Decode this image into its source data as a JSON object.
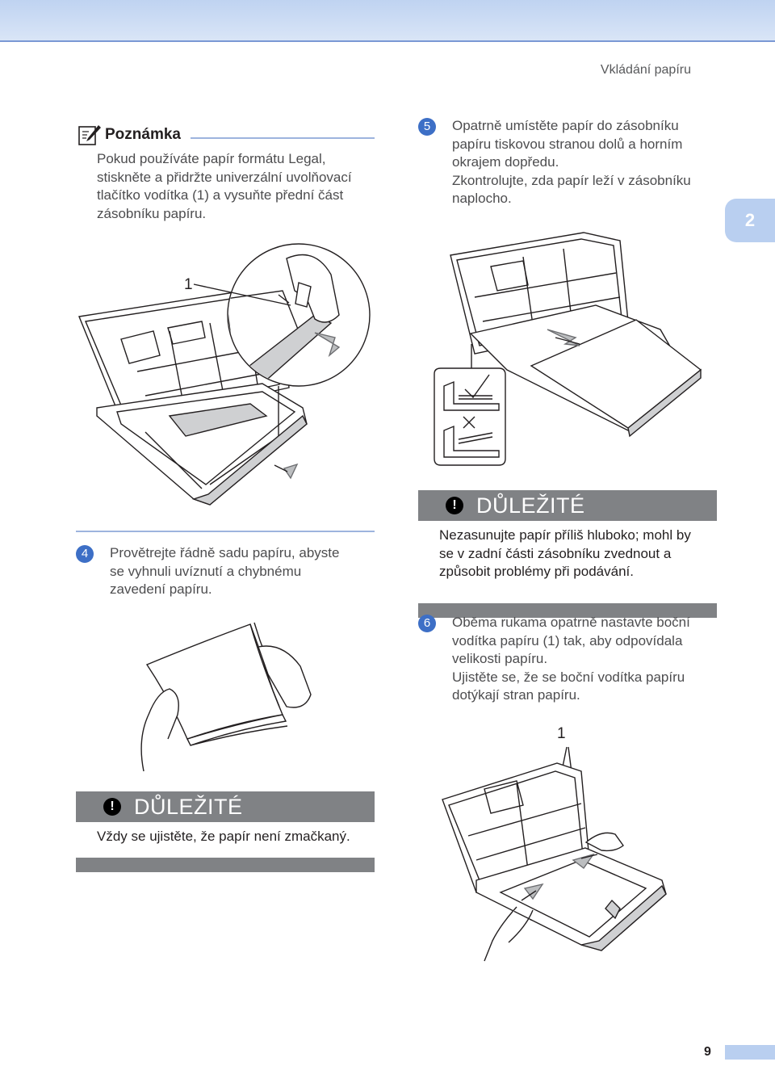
{
  "header": {
    "title": "Vkládání papíru",
    "chapter": "2"
  },
  "note": {
    "title": "Poznámka",
    "text": "Pokud používáte papír formátu Legal, stiskněte a přidržte univerzální uvolňovací tlačítko vodítka (1) a vysuňte přední část zásobníku papíru.",
    "lines": [
      "Pokud používáte papír formátu Legal,",
      "stiskněte a přidržte univerzální uvolňovací",
      "tlačítko vodítka (1) a vysuňte přední část",
      "zásobníku papíru."
    ]
  },
  "step4": {
    "number": "4",
    "lines": [
      "Provětrejte řádně sadu papíru, abyste",
      "se vyhnuli uvíznutí a chybnému",
      "zavedení papíru."
    ]
  },
  "step5": {
    "number": "5",
    "lines": [
      "Opatrně umístěte papír do zásobníku",
      "papíru tiskovou stranou dolů a horním",
      "okrajem dopředu.",
      "Zkontrolujte, zda papír leží v zásobníku",
      "naplocho."
    ]
  },
  "step6": {
    "number": "6",
    "lines": [
      "Oběma rukama opatrně nastavte boční",
      "vodítka papíru (1) tak, aby odpovídala",
      "velikosti papíru.",
      "Ujistěte se, že se boční vodítka papíru",
      "dotýkají stran papíru."
    ]
  },
  "important1": {
    "title": "DŮLEŽITÉ",
    "lines": [
      "Nezasunujte papír příliš hluboko; mohl by",
      "se v zadní části zásobníku zvednout a",
      "způsobit problémy při podávání."
    ]
  },
  "important2": {
    "title": "DŮLEŽITÉ",
    "lines": [
      "Vždy se ujistěte, že papír není zmačkaný."
    ]
  },
  "callouts": {
    "fig1": "1",
    "fig6": "1"
  },
  "icons": {
    "note": "note-pencil-icon",
    "important": "exclamation-icon",
    "check": "check-icon",
    "cross": "cross-icon"
  },
  "page": {
    "number": "9"
  },
  "colors": {
    "accent": "#3d6fc6",
    "band": "#b9cff0",
    "important_bar": "#808285"
  }
}
